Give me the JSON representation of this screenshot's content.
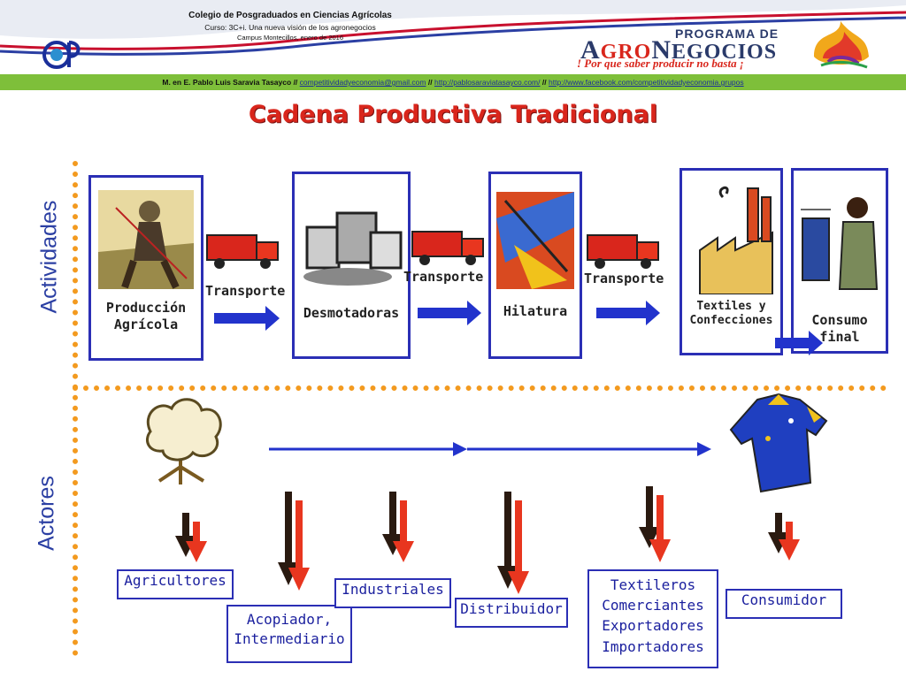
{
  "header": {
    "institution": "Colegio de Posgraduados en Ciencias Agrícolas",
    "course": "Curso: 3C+i. Una nueva visión de los agronegocios",
    "campus": "Campus Montecillos, enero de 2016",
    "logo_left": "CP",
    "program_title": "PROGRAMA DE",
    "program_name_1": "A",
    "program_name_2": "GRO",
    "program_name_3": "N",
    "program_name_4": "EGOCIOS",
    "tagline": "! Por que saber producir no basta ¡"
  },
  "contact": {
    "author": "M. en E. Pablo Luis Saravia Tasayco",
    "sep": "//",
    "email": "competitividadyeconomia@gmail.com",
    "site": "http://pablosaraviatasayco.com/",
    "facebook": "http://www.facebook.com/competitividadyeconomia.grupos"
  },
  "title": "Cadena Productiva Tradicional",
  "labels": {
    "activities": "Actividades",
    "actors": "Actores"
  },
  "activities": [
    {
      "l1": "Producción",
      "l2": "Agrícola"
    },
    {
      "l1": "Desmotadoras",
      "l2": ""
    },
    {
      "l1": "Hilatura",
      "l2": ""
    },
    {
      "l1": "Textiles y",
      "l2": "Confecciones"
    },
    {
      "l1": "Consumo",
      "l2": "final"
    }
  ],
  "transport": [
    "Transporte",
    "Transporte",
    "Transporte"
  ],
  "actors": [
    {
      "l1": "Agricultores",
      "l2": ""
    },
    {
      "l1": "Acopiador,",
      "l2": "Intermediario"
    },
    {
      "l1": "Industriales",
      "l2": ""
    },
    {
      "l1": "Distribuidor",
      "l2": ""
    },
    {
      "l1": "Textileros",
      "l2": "Comerciantes",
      "l3": "Exportadores",
      "l4": "Importadores"
    },
    {
      "l1": "Consumidor",
      "l2": ""
    }
  ],
  "colors": {
    "box_border": "#2b2fb5",
    "title_red": "#d9261c",
    "dotted_orange": "#f39a1f",
    "green_bar": "#7ebf3a",
    "arrow_blue": "#2233cc",
    "arrow_red": "#e8361f",
    "arrow_dark": "#2a1a10"
  }
}
